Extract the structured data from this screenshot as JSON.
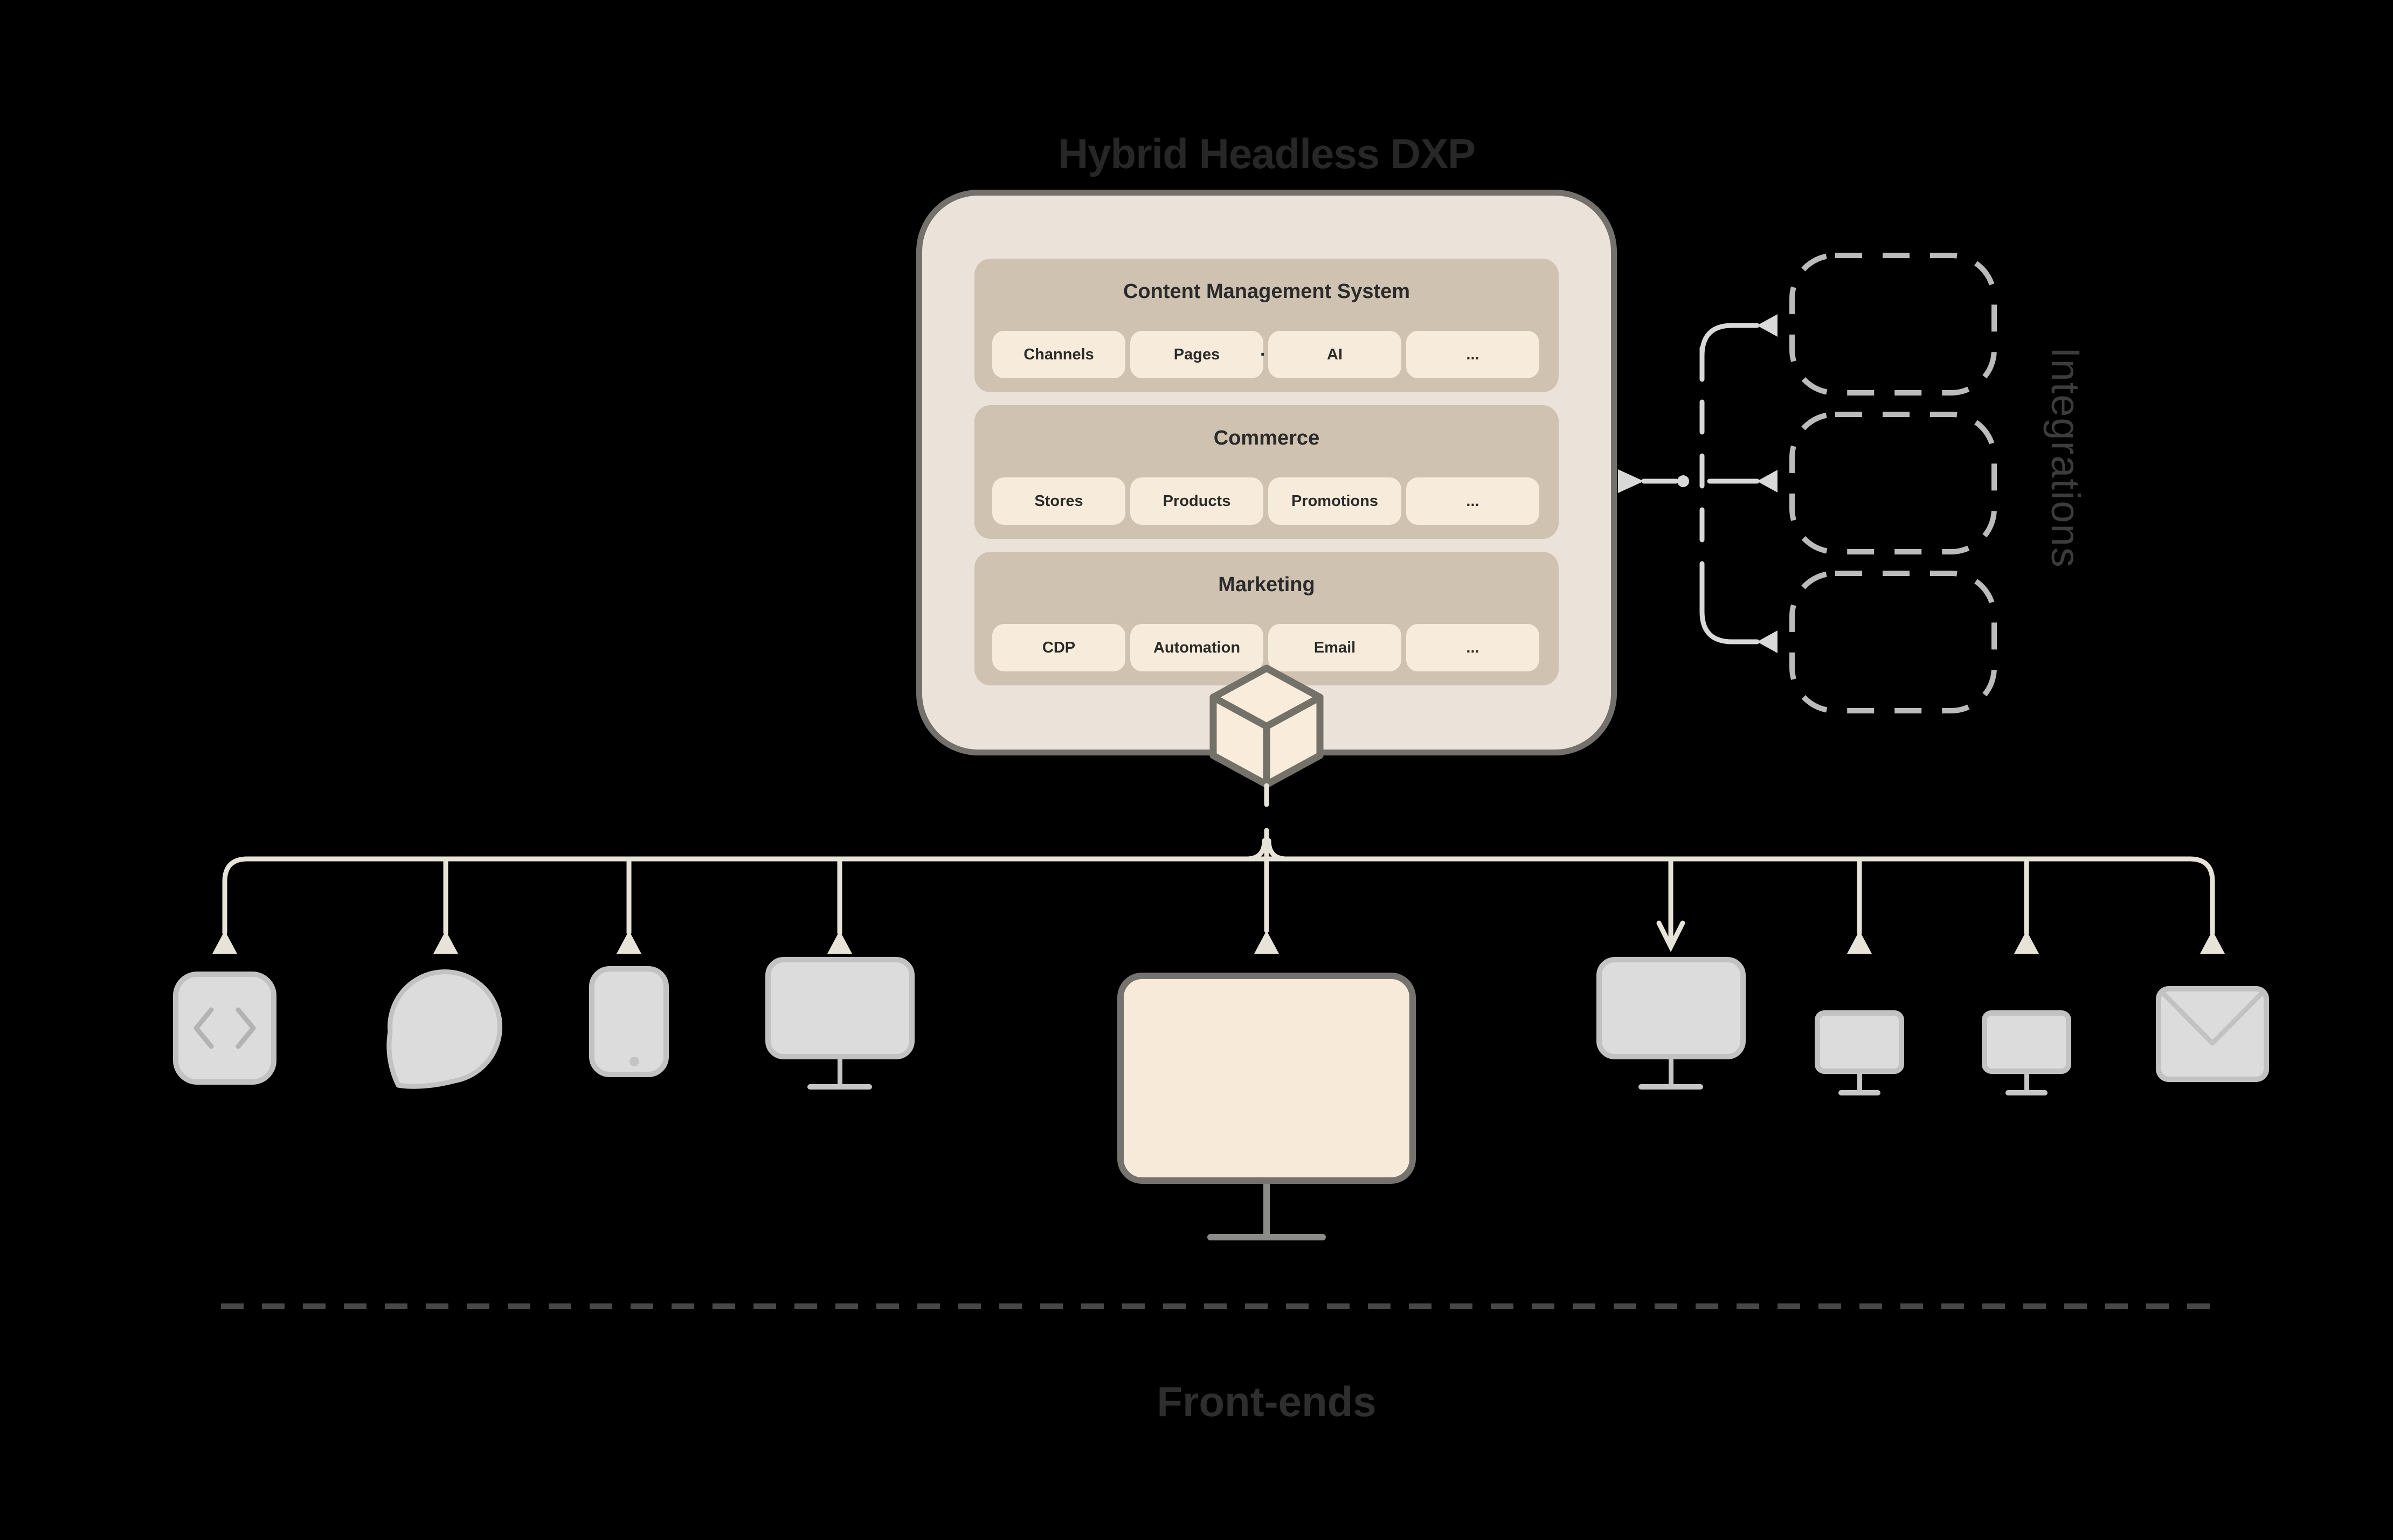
{
  "diagram": {
    "title": "Hybrid Headless DXP",
    "stray_mark": ".",
    "sections": [
      {
        "title": "Content Management System",
        "items": [
          "Channels",
          "Pages",
          "AI",
          "..."
        ]
      },
      {
        "title": "Commerce",
        "items": [
          "Stores",
          "Products",
          "Promotions",
          "..."
        ]
      },
      {
        "title": "Marketing",
        "items": [
          "CDP",
          "Automation",
          "Email",
          "..."
        ]
      }
    ],
    "integrations": {
      "label": "Integrations"
    },
    "frontends": {
      "label": "Front-ends",
      "device_icons": [
        "code-app",
        "chat-bubble",
        "mobile-phone",
        "desktop-monitor",
        "storefront-monitor",
        "desktop-monitor",
        "small-monitor",
        "small-monitor",
        "email-envelope"
      ]
    },
    "colors": {
      "background": "#000000",
      "platform_fill": "#ebe3da",
      "platform_border": "#74716c",
      "panel_fill": "#cfc2b1",
      "chip_fill": "#f7ecdb",
      "text_dark": "#2b2b2b",
      "connector_cream": "#e7e3d9",
      "connector_gray": "#d9d9d9",
      "device_fill": "#dcdcdc",
      "device_border": "#c2c2c2",
      "dashed_box_border": "#bbbbbb",
      "screen_accent": "#f8ead9"
    }
  }
}
